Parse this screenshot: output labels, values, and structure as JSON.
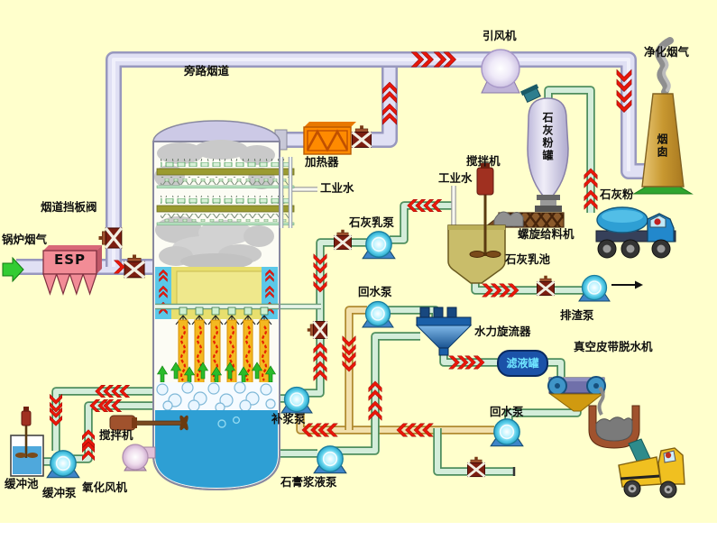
{
  "page": {
    "background": "#FFFFCC"
  },
  "labels": {
    "boiler_flue_gas": "锅炉烟气",
    "esp": "ESP",
    "flue_damper_valve": "烟道挡板阀",
    "bypass_flue": "旁路烟道",
    "heater": "加热器",
    "industrial_water_top": "工业水",
    "id_fan": "引风机",
    "clean_flue_gas": "净化烟气",
    "chimney": "烟囱",
    "lime_powder_tank": "石灰粉罐",
    "lime_powder": "石灰粉",
    "screw_feeder": "螺旋给料机",
    "lime_milk_pool": "石灰乳池",
    "lime_agitator": "搅拌机",
    "industrial_water_lime": "工业水",
    "lime_milk_pump": "石灰乳泵",
    "slag_discharge_pump": "排渣泵",
    "return_water_pump_upper": "回水泵",
    "hydrocyclone": "水力旋流器",
    "filtrate_tank": "滤液罐",
    "vacuum_belt_dewaterer": "真空皮带脱水机",
    "return_water_pump_lower": "回水泵",
    "makeup_slurry_pump": "补浆泵",
    "tower_agitator": "搅拌机",
    "oxidation_fan": "氧化风机",
    "gypsum_slurry_pump": "石膏浆液泵",
    "buffer_pool": "缓冲池",
    "buffer_pump": "缓冲泵"
  },
  "colors": {
    "background": "#FFFFCC",
    "flue_gas_pipe": "#E0E0F4",
    "slurry_pipe": "#D4EDDA",
    "return_water_pipe": "#F2E0AC",
    "flow_arrow_red": "#E8170A",
    "gas_inlet_arrow_green": "#33CC33",
    "esp_pink": "#F28C96",
    "heater_orange": "#FF8A00",
    "pump_cyan": "#55CCE8",
    "absorber_liquid_blue": "#2E9FD4",
    "spray_zone_yellow": "#E8DF6E",
    "lime_milk_khaki": "#C9BD6A"
  }
}
